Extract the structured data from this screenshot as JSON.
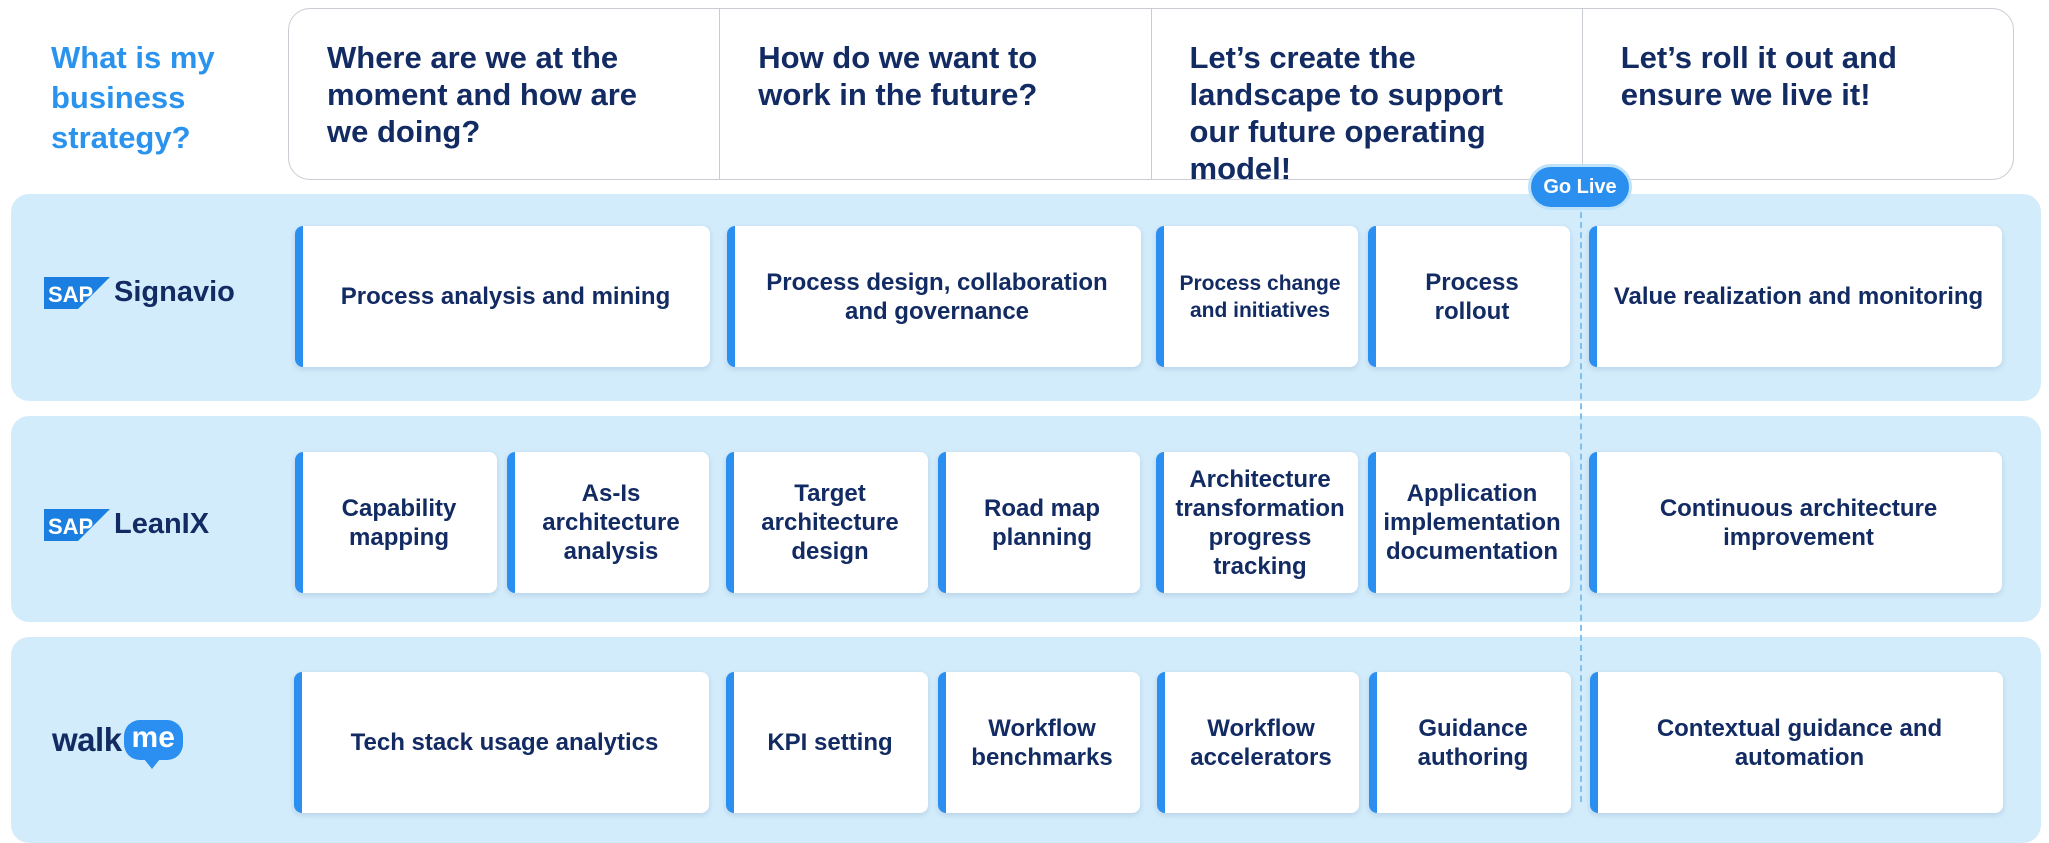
{
  "strategy_title": "What is my business strategy?",
  "phases": [
    "Where are we at the moment and how are we doing?",
    "How do we want to work in the future?",
    "Let’s create the landscape to support our future operating model!",
    "Let’s roll it out and ensure we live it!"
  ],
  "milestone": "Go Live",
  "rows": {
    "signavio": {
      "logo_badge": "SAP",
      "logo_text": "Signavio",
      "cards": [
        "Process analysis and mining",
        "Process design, collaboration and governance",
        "Process change and initiatives",
        "Process rollout",
        "Value realization and monitoring"
      ]
    },
    "leanix": {
      "logo_badge": "SAP",
      "logo_text": "LeanIX",
      "cards": [
        "Capability mapping",
        "As-Is architecture analysis",
        "Target architecture design",
        "Road map planning",
        "Architecture transformation progress tracking",
        "Application implementation documentation",
        "Continuous architecture improvement"
      ]
    },
    "walkme": {
      "logo_text": "walk",
      "logo_badge": "me",
      "cards": [
        "Tech stack usage analytics",
        "KPI setting",
        "Workflow benchmarks",
        "Workflow accelerators",
        "Guidance authoring",
        "Contextual guidance and automation"
      ]
    }
  },
  "colors": {
    "accent": "#2a8ff0",
    "title_blue": "#2a93ee",
    "navy_text": "#132b63",
    "band_bg": "#d3ecfb"
  }
}
